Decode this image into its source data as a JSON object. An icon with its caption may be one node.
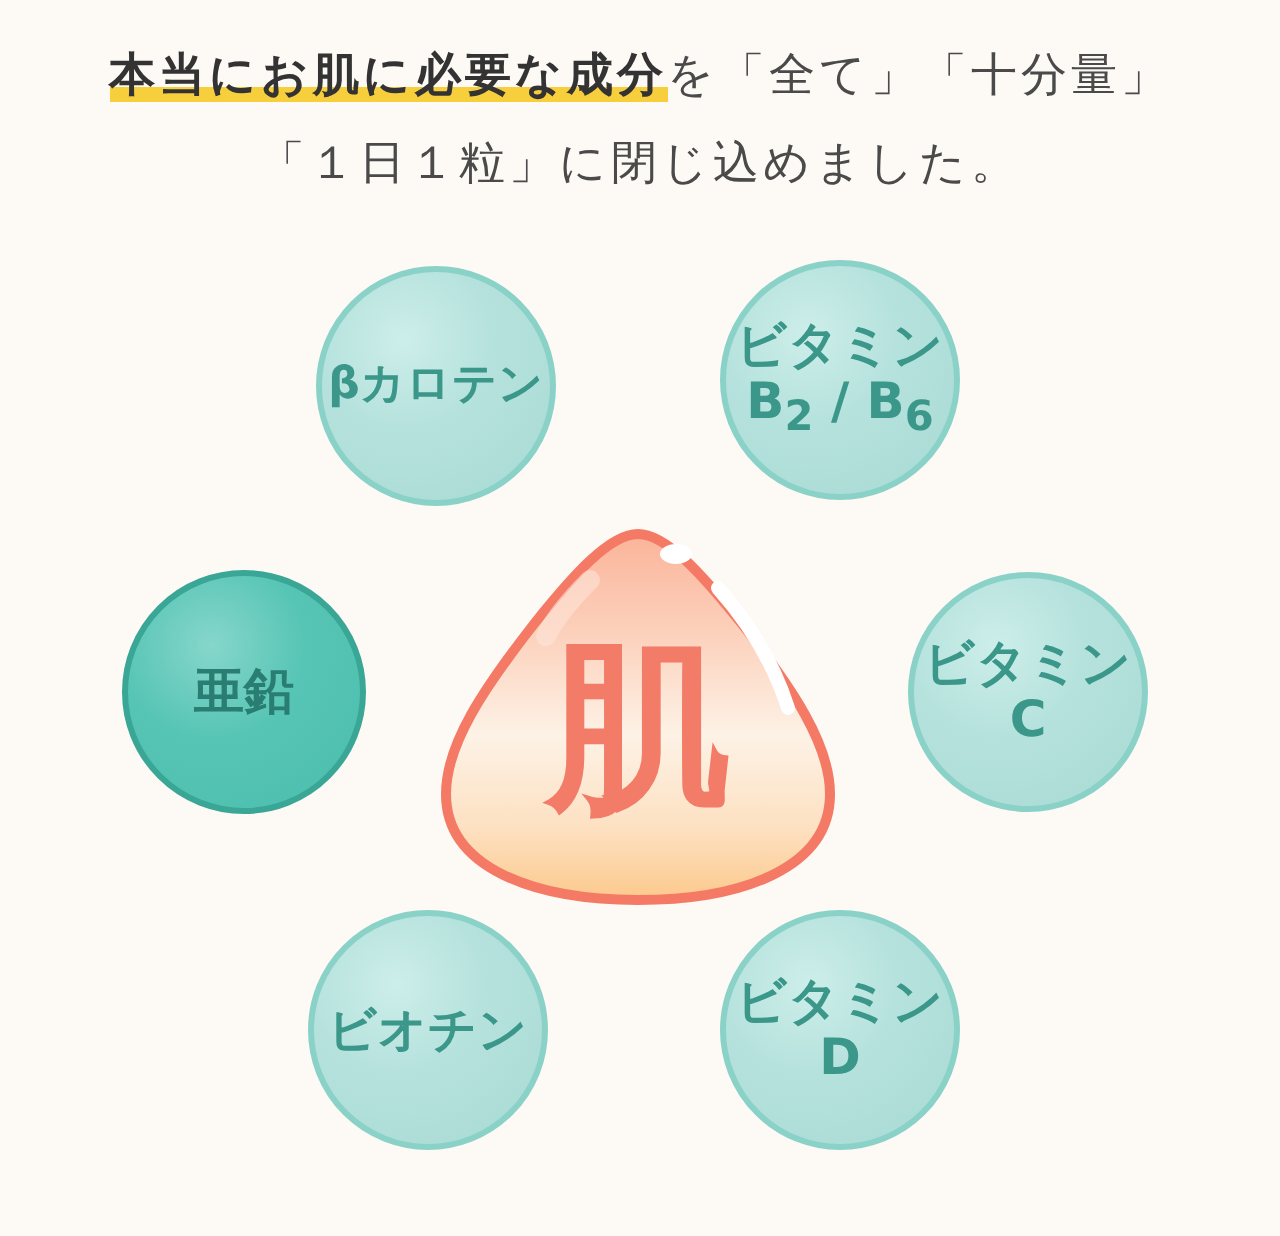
{
  "diagram": {
    "title": "**本当にお肌に必要な成分**を「全て」「十分量」「１日１粒」に閉じ込めました。",
    "nodes": [
      {
        "text": [
          "βカロテン"
        ]
      },
      {
        "text": [
          "ビタミンB$_{2}$ / B$_{6}$"
        ]
      },
      {
        "text": [
          "亜鉛"
        ]
      },
      {
        "text": [
          "肌"
        ]
      },
      {
        "text": [
          "ビタミンC"
        ]
      },
      {
        "text": [
          "ビオチン"
        ]
      },
      {
        "text": [
          "ビタミンD"
        ]
      }
    ]
  }
}
